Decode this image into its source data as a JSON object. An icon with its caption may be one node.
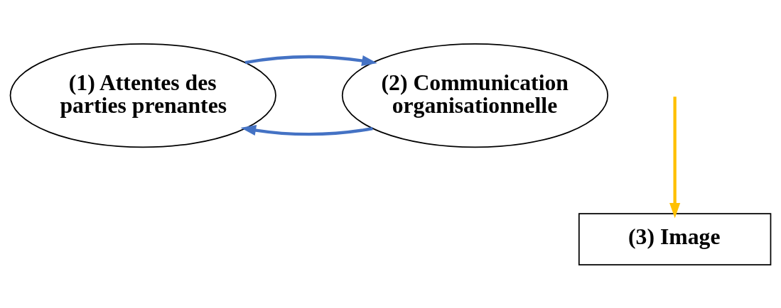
{
  "diagram": {
    "nodes": [
      {
        "text": [
          "(1) Attentes des parties prenantes"
        ]
      },
      {
        "text": [
          "(2) Communication organisationnelle"
        ]
      },
      {
        "text": [
          "(3) Image"
        ]
      }
    ],
    "edges": [
      {
        "from": 1,
        "to": 0,
        "arrow": "to"
      },
      {
        "from": 0,
        "to": 1,
        "arrow": "to"
      },
      {
        "from": null,
        "to": 2,
        "arrow": "to",
        "color": "#ffc000"
      }
    ]
  }
}
